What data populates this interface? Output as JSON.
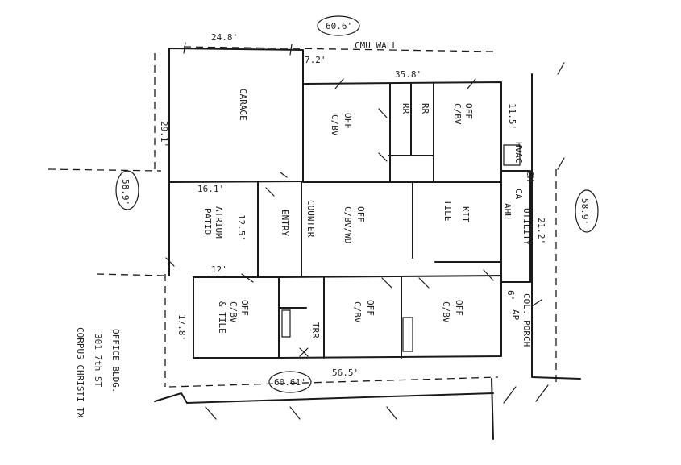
{
  "dimensions": {
    "top_width": "60.6'",
    "garage_width": "24.8'",
    "garage_offset": "7.2'",
    "office_wing_width": "35.8'",
    "left_depth": "29.1'",
    "right_depth": "58.9'",
    "right_upper": "11.5'",
    "utility_depth": "21.2'",
    "bottom_width": "60.61'",
    "bottom_partial": "56.5'",
    "patio_width": "16.1'",
    "patio_depth": "12.5'",
    "lower_width": "12'",
    "lower_depth": "17.8'",
    "left_side_total": "58.9'",
    "porch_depth": "6'"
  },
  "rooms": {
    "garage": "GARAGE",
    "off_upper": "OFF",
    "off_upper_sub": "C/BV",
    "rr1": "RR",
    "rr2": "RR",
    "off_right": "OFF",
    "off_right_sub": "C/BV",
    "hvac": "HVAC",
    "ch": "CH",
    "ca": "CA",
    "ahu": "AHU",
    "utility": "UTILITY",
    "patio": "ATRIUM",
    "patio_sub": "PATIO",
    "entry": "ENTRY",
    "counter": "COUNTER",
    "off_center": "OFF",
    "off_center_sub": "C/BV/WD",
    "kit": "KIT",
    "kit_sub": "TILE",
    "off_lower_left": "OFF",
    "off_lower_left_sub": "C/BV",
    "off_lower_left_sub2": "& TILE",
    "trr": "TRR",
    "off_lower_mid": "OFF",
    "off_lower_mid_sub": "C/BV",
    "off_lower_right": "OFF",
    "off_lower_right_sub": "C/BV",
    "col_porch": "COL. PORCH",
    "col_porch_sub": "AP"
  },
  "labels": {
    "cmu_wall": "CMU WALL"
  },
  "title_block": {
    "line1": "OFFICE BLDG.",
    "line2": "301 7th ST",
    "line3": "CORPUS CHRISTI TX"
  }
}
